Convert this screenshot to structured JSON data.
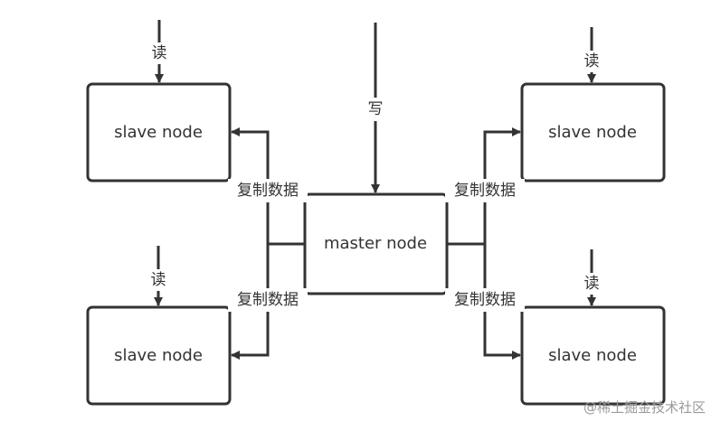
{
  "nodes": {
    "master": "master node",
    "slave_top_left": "slave node",
    "slave_bottom_left": "slave node",
    "slave_top_right": "slave node",
    "slave_bottom_right": "slave node"
  },
  "labels": {
    "write": "写",
    "read_top_left": "读",
    "read_bottom_left": "读",
    "read_top_right": "读",
    "read_bottom_right": "读",
    "replicate_top_left": "复制数据",
    "replicate_bottom_left": "复制数据",
    "replicate_top_right": "复制数据",
    "replicate_bottom_right": "复制数据"
  },
  "watermark": "@稀土掘金技术社区",
  "colors": {
    "stroke": "#333333",
    "text": "#333333",
    "watermark": "#9a9a9a"
  }
}
